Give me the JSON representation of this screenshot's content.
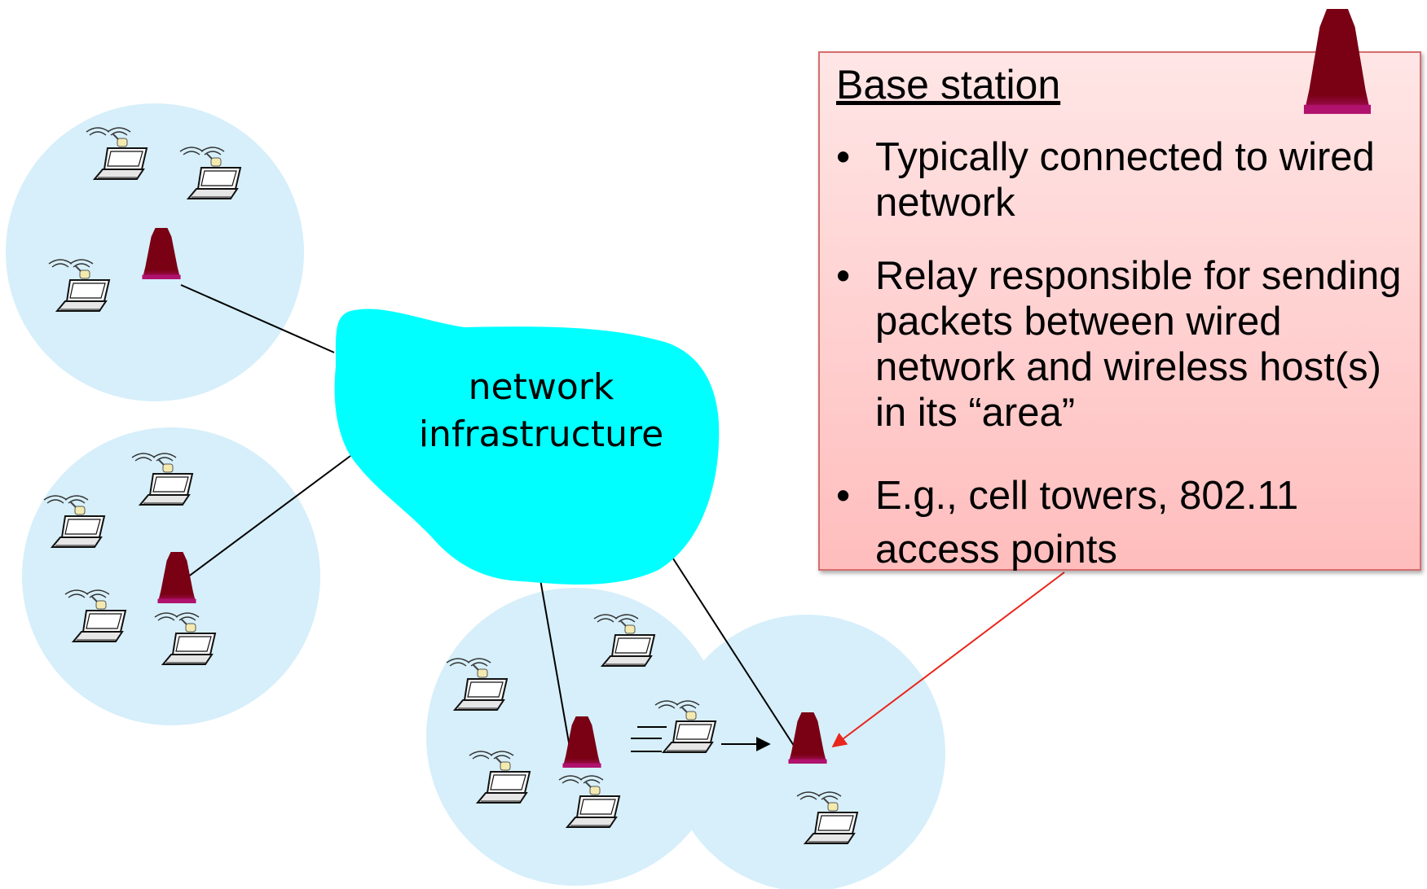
{
  "cloud": {
    "label_line1": "network",
    "label_line2": "infrastructure"
  },
  "callout": {
    "title": "Base station",
    "bullets": [
      {
        "marker": "•",
        "text": "Typically connected to wired network"
      },
      {
        "marker": "•",
        "text": "Relay responsible for sending packets between wired network and wireless host(s) in its “area”"
      },
      {
        "marker": "•",
        "text": "E.g., cell towers, 802.11 access points"
      }
    ]
  },
  "colors": {
    "cell": "#d6effa",
    "cloud": "#00ffff",
    "tower": "#7a0014",
    "tower_base": "#b0126e",
    "pointer_arrow": "#e8261c",
    "callout_top": "#ffe6e6",
    "callout_bottom": "#ffbdbd"
  },
  "icons": {
    "base_station": "tower-icon",
    "host": "laptop-icon"
  }
}
